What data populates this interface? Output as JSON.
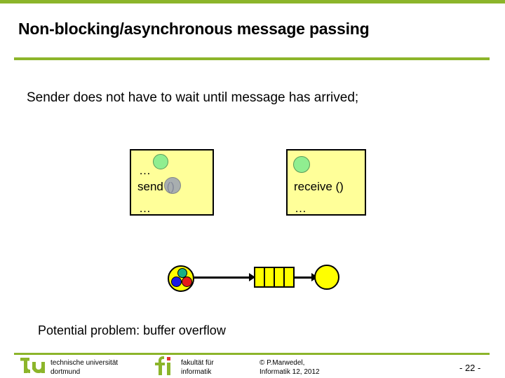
{
  "theme": {
    "accent_green": "#8cb52a",
    "box_yellow": "#ffff99",
    "node_yellow": "#ffff00",
    "bubble_green": "#90ee90",
    "bubble_gray": "#9aa0b4",
    "dot_green": "#17b187",
    "dot_blue": "#1a1ae6",
    "dot_red": "#e61a1a"
  },
  "slide": {
    "title": "Non-blocking/asynchronous message passing",
    "subtitle": "Sender does not have to wait until message has arrived;",
    "bottom_note": "Potential problem: buffer overflow"
  },
  "diagram": {
    "sender_box": {
      "name": "send-code-box",
      "line_top": "…",
      "call": "send ()",
      "line_bottom": "…"
    },
    "receiver_box": {
      "name": "receive-code-box",
      "line_top": "…",
      "call": "receive ()",
      "line_bottom": "…"
    },
    "buffer": {
      "cells": 4
    },
    "icons": {
      "sender_node": "process-node-icon",
      "receiver_node": "process-node-icon",
      "arrow1": "arrow-right-icon",
      "arrow2": "arrow-right-icon"
    }
  },
  "footer": {
    "tu_logo_alt": "tu-dortmund-logo",
    "tu_line1": "technische universität",
    "tu_line2": "dortmund",
    "fi_logo_alt": "fakultaet-informatik-logo",
    "fi_line1": "fakultät für",
    "fi_line2": "informatik",
    "copyright_line1": "© P.Marwedel,",
    "copyright_line2": "Informatik 12,  2012",
    "page_number": "-  22 -"
  }
}
